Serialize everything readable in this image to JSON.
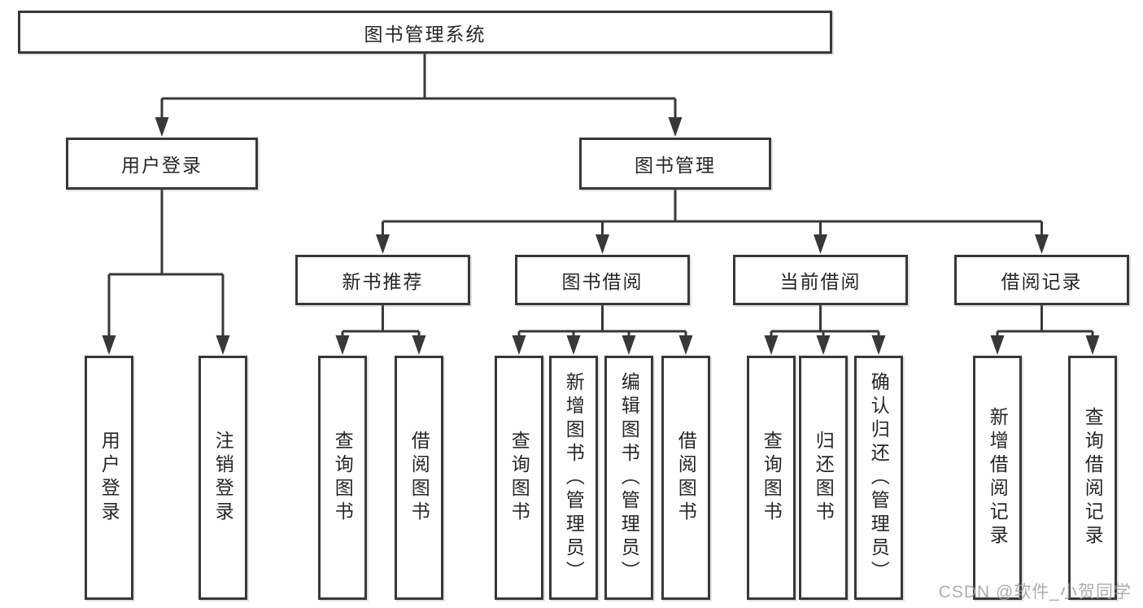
{
  "colors": {
    "line": "#383838",
    "node_border": "#383838",
    "node_text": "#262626",
    "background": "#ffffff",
    "watermark": "#9e9e9e"
  },
  "watermark": {
    "text": "CSDN @软件_小贺同学"
  },
  "tree": {
    "label": "图书管理系统",
    "children": [
      {
        "label": "用户登录",
        "children": [
          {
            "label": "用户登录"
          },
          {
            "label": "注销登录"
          }
        ]
      },
      {
        "label": "图书管理",
        "children": [
          {
            "label": "新书推荐",
            "children": [
              {
                "label": "查询图书"
              },
              {
                "label": "借阅图书"
              }
            ]
          },
          {
            "label": "图书借阅",
            "children": [
              {
                "label": "查询图书"
              },
              {
                "label": "新增图书（管理员）"
              },
              {
                "label": "编辑图书（管理员）"
              },
              {
                "label": "借阅图书"
              }
            ]
          },
          {
            "label": "当前借阅",
            "children": [
              {
                "label": "查询图书"
              },
              {
                "label": "归还图书"
              },
              {
                "label": "确认归还（管理员）"
              }
            ]
          },
          {
            "label": "借阅记录",
            "children": [
              {
                "label": "新增借阅记录"
              },
              {
                "label": "查询借阅记录"
              }
            ]
          }
        ]
      }
    ]
  }
}
